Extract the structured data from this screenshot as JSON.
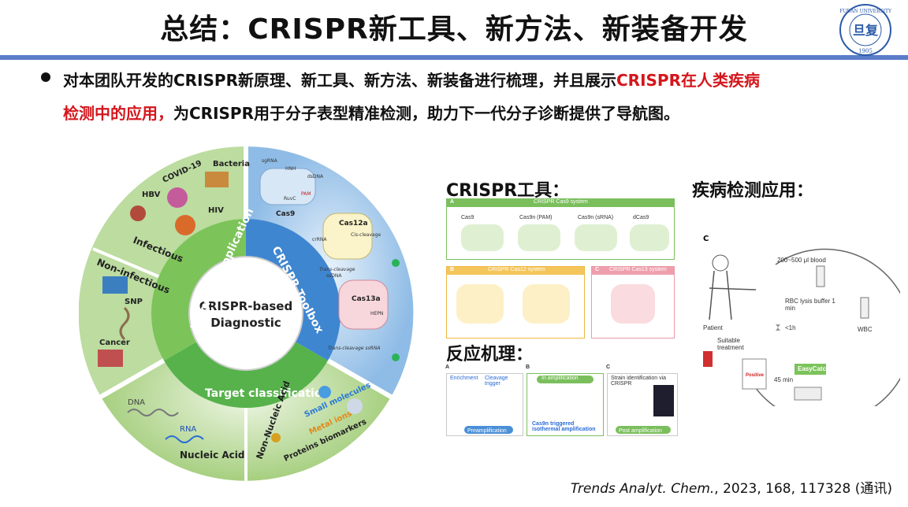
{
  "slide": {
    "title": "总结：CRISPR新工具、新方法、新装备开发",
    "bullet_part1": "对本团队开发的CRISPR新原理、新工具、新方法、新装备进行梳理，并且展示",
    "bullet_highlight_a": "CRISPR在人类疾病",
    "bullet_highlight_b": "检测中的应用，",
    "bullet_part2": "为CRISPR用于分子表型精准检测，助力下一代分子诊断提供了导航图。",
    "logo_text_top": "FUDAN UNIVERSITY",
    "logo_year": "1905",
    "logo_glyph": "旦复"
  },
  "wheel": {
    "center_line1": "CRISPR-based",
    "center_line2": "Diagnostic",
    "ring_diagnosis": "Diagnosis application",
    "ring_toolbox": "CRISPR Toolbox",
    "ring_target": "Target classification",
    "infectious": "Infectious",
    "non_infectious": "Non-infectious",
    "pathogens": [
      "Bacteria",
      "COVID-19",
      "HBV",
      "HIV"
    ],
    "diseases": [
      "SNP",
      "Cancer"
    ],
    "nucleic": [
      "DNA",
      "RNA",
      "Nucleic Acid"
    ],
    "non_nucleic": [
      "Non-Nucleic Acid",
      "Small molecules",
      "Metal ions",
      "Proteins biomarkers"
    ],
    "cas_proteins": [
      "Cas9",
      "Cas12a",
      "Cas13a"
    ],
    "toolbox_labels": [
      "sgRNA",
      "HNH",
      "dsDNA",
      "PAM",
      "RuvC",
      "crRNA",
      "Trans-cleavage",
      "ssDNA",
      "Cis-cleavage",
      "HEPN",
      "Trans-cleavage ssRNA"
    ]
  },
  "sections": {
    "tools": "CRISPR工具：",
    "mechanism": "反应机理：",
    "application": "疾病检测应用："
  },
  "tools_panels": [
    {
      "letter": "A",
      "title": "CRISPR Cas9 system",
      "items": [
        "Cas9",
        "Cas9n (PAM)",
        "Cas9n (sRNA)",
        "dCas9"
      ]
    },
    {
      "letter": "B",
      "title": "CRISPR Cas12 system"
    },
    {
      "letter": "C",
      "title": "CRISPR Cas13 system"
    }
  ],
  "mechanism_panels": [
    {
      "letter": "A",
      "labels": [
        "Enrichment",
        "Cleavage trigger"
      ],
      "footer": "Preamplification"
    },
    {
      "letter": "B",
      "labels": [
        "In amplification",
        "Cas9n triggered isothermal amplification"
      ]
    },
    {
      "letter": "C",
      "labels": [
        "Strain identification via CRISPR"
      ],
      "footer": "Post amplification"
    }
  ],
  "application_panel": {
    "letter": "C",
    "blood": "200~500 μl blood",
    "lysis": "RBC lysis buffer 1 min",
    "timer": "<1h",
    "patient": "Patient",
    "treatment": "Suitable treatment",
    "wbc": "WBC",
    "easycatch": "EasyCatch",
    "duration": "45 min",
    "result": "Positive"
  },
  "citation": {
    "journal": "Trends Analyt. Chem.",
    "details": ", 2023, 168, 117328 (通讯)"
  }
}
